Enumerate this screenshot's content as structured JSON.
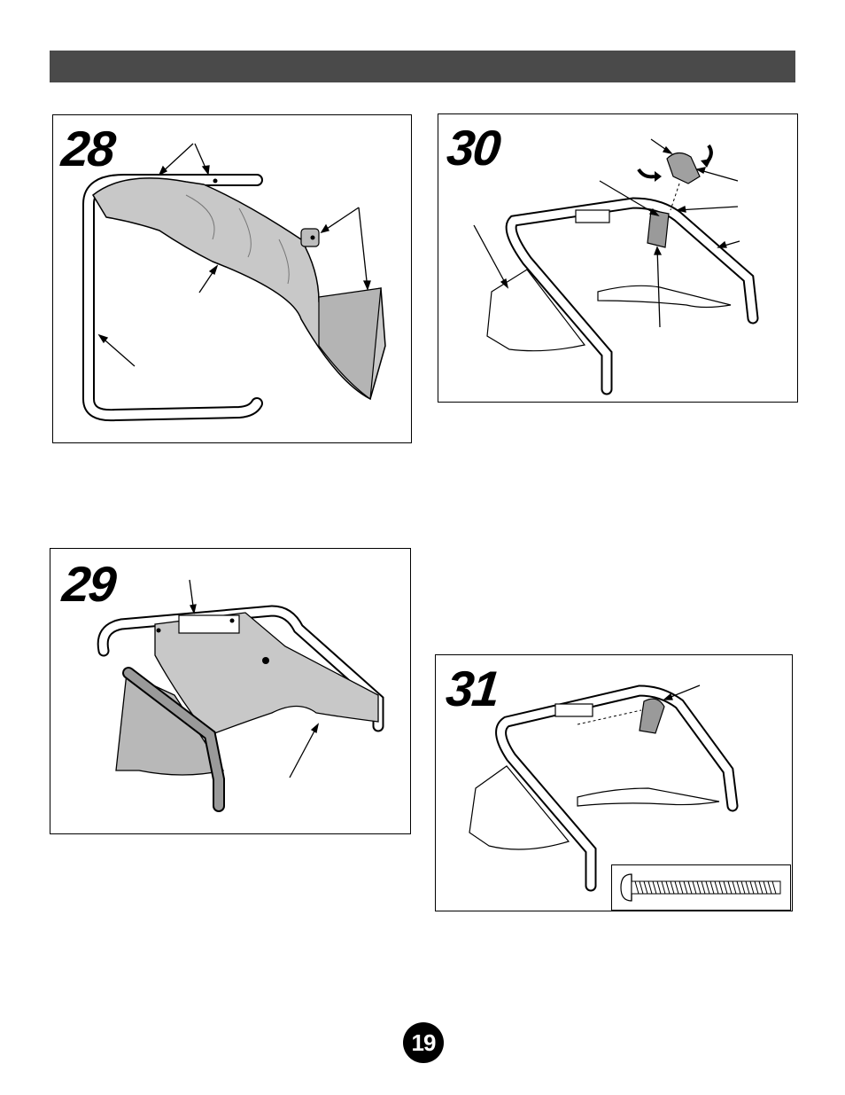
{
  "steps": [
    {
      "id": "28",
      "number": "28"
    },
    {
      "id": "29",
      "number": "29"
    },
    {
      "id": "30",
      "number": "30"
    },
    {
      "id": "31",
      "number": "31"
    }
  ],
  "page_number": "19",
  "colors": {
    "header_bar": "#4a4a4a",
    "fabric": "#c8c8c8",
    "fabric_dark": "#9a9a9a",
    "tube": "#ffffff",
    "ink": "#000000"
  }
}
